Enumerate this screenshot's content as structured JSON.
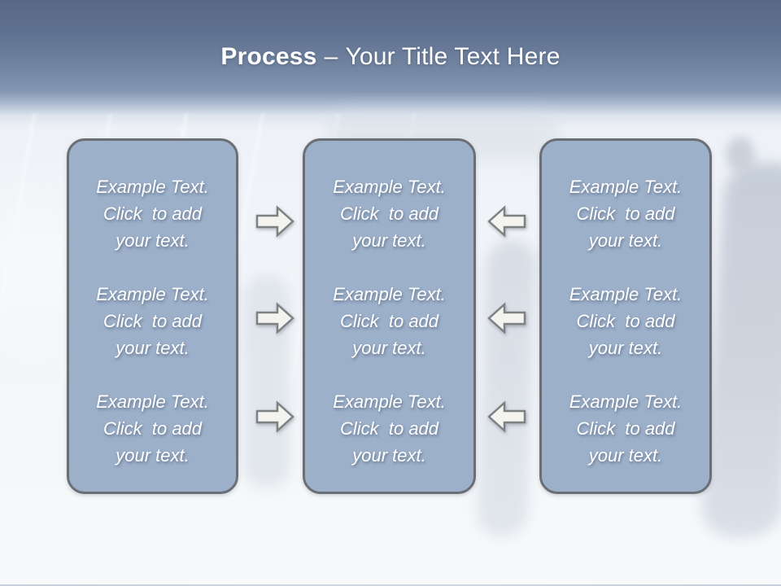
{
  "title": {
    "emphasis": "Process",
    "separator": "–",
    "rest": "Your Title Text Here"
  },
  "colors": {
    "header_top": "#566884",
    "header_mid": "#8396b2",
    "background": "#f1f4f8",
    "box_fill": "#9cb0ca",
    "box_border": "#6a6f76",
    "arrow_fill": "#f4f3f0",
    "arrow_stroke": "#7e8184",
    "title_color": "#ffffff",
    "body_text_color": "#ffffff"
  },
  "boxes": [
    {
      "name": "left-process-box",
      "paragraphs": [
        {
          "lines": [
            "Example Text.",
            "Click  to add",
            "your text."
          ]
        },
        {
          "lines": [
            "Example Text.",
            "Click  to add",
            "your text."
          ]
        },
        {
          "lines": [
            "Example Text.",
            "Click  to add",
            "your text."
          ]
        }
      ]
    },
    {
      "name": "middle-process-box",
      "paragraphs": [
        {
          "lines": [
            "Example Text.",
            "Click  to add",
            "your text."
          ]
        },
        {
          "lines": [
            "Example Text.",
            "Click  to add",
            "your text."
          ]
        },
        {
          "lines": [
            "Example Text.",
            "Click  to add",
            "your text."
          ]
        }
      ]
    },
    {
      "name": "right-process-box",
      "paragraphs": [
        {
          "lines": [
            "Example Text.",
            "Click  to add",
            "your text."
          ]
        },
        {
          "lines": [
            "Example Text.",
            "Click  to add",
            "your text."
          ]
        },
        {
          "lines": [
            "Example Text.",
            "Click  to add",
            "your text."
          ]
        }
      ]
    }
  ],
  "arrows": [
    {
      "direction": "right",
      "row": 1
    },
    {
      "direction": "right",
      "row": 2
    },
    {
      "direction": "right",
      "row": 3
    },
    {
      "direction": "left",
      "row": 1
    },
    {
      "direction": "left",
      "row": 2
    },
    {
      "direction": "left",
      "row": 3
    }
  ]
}
